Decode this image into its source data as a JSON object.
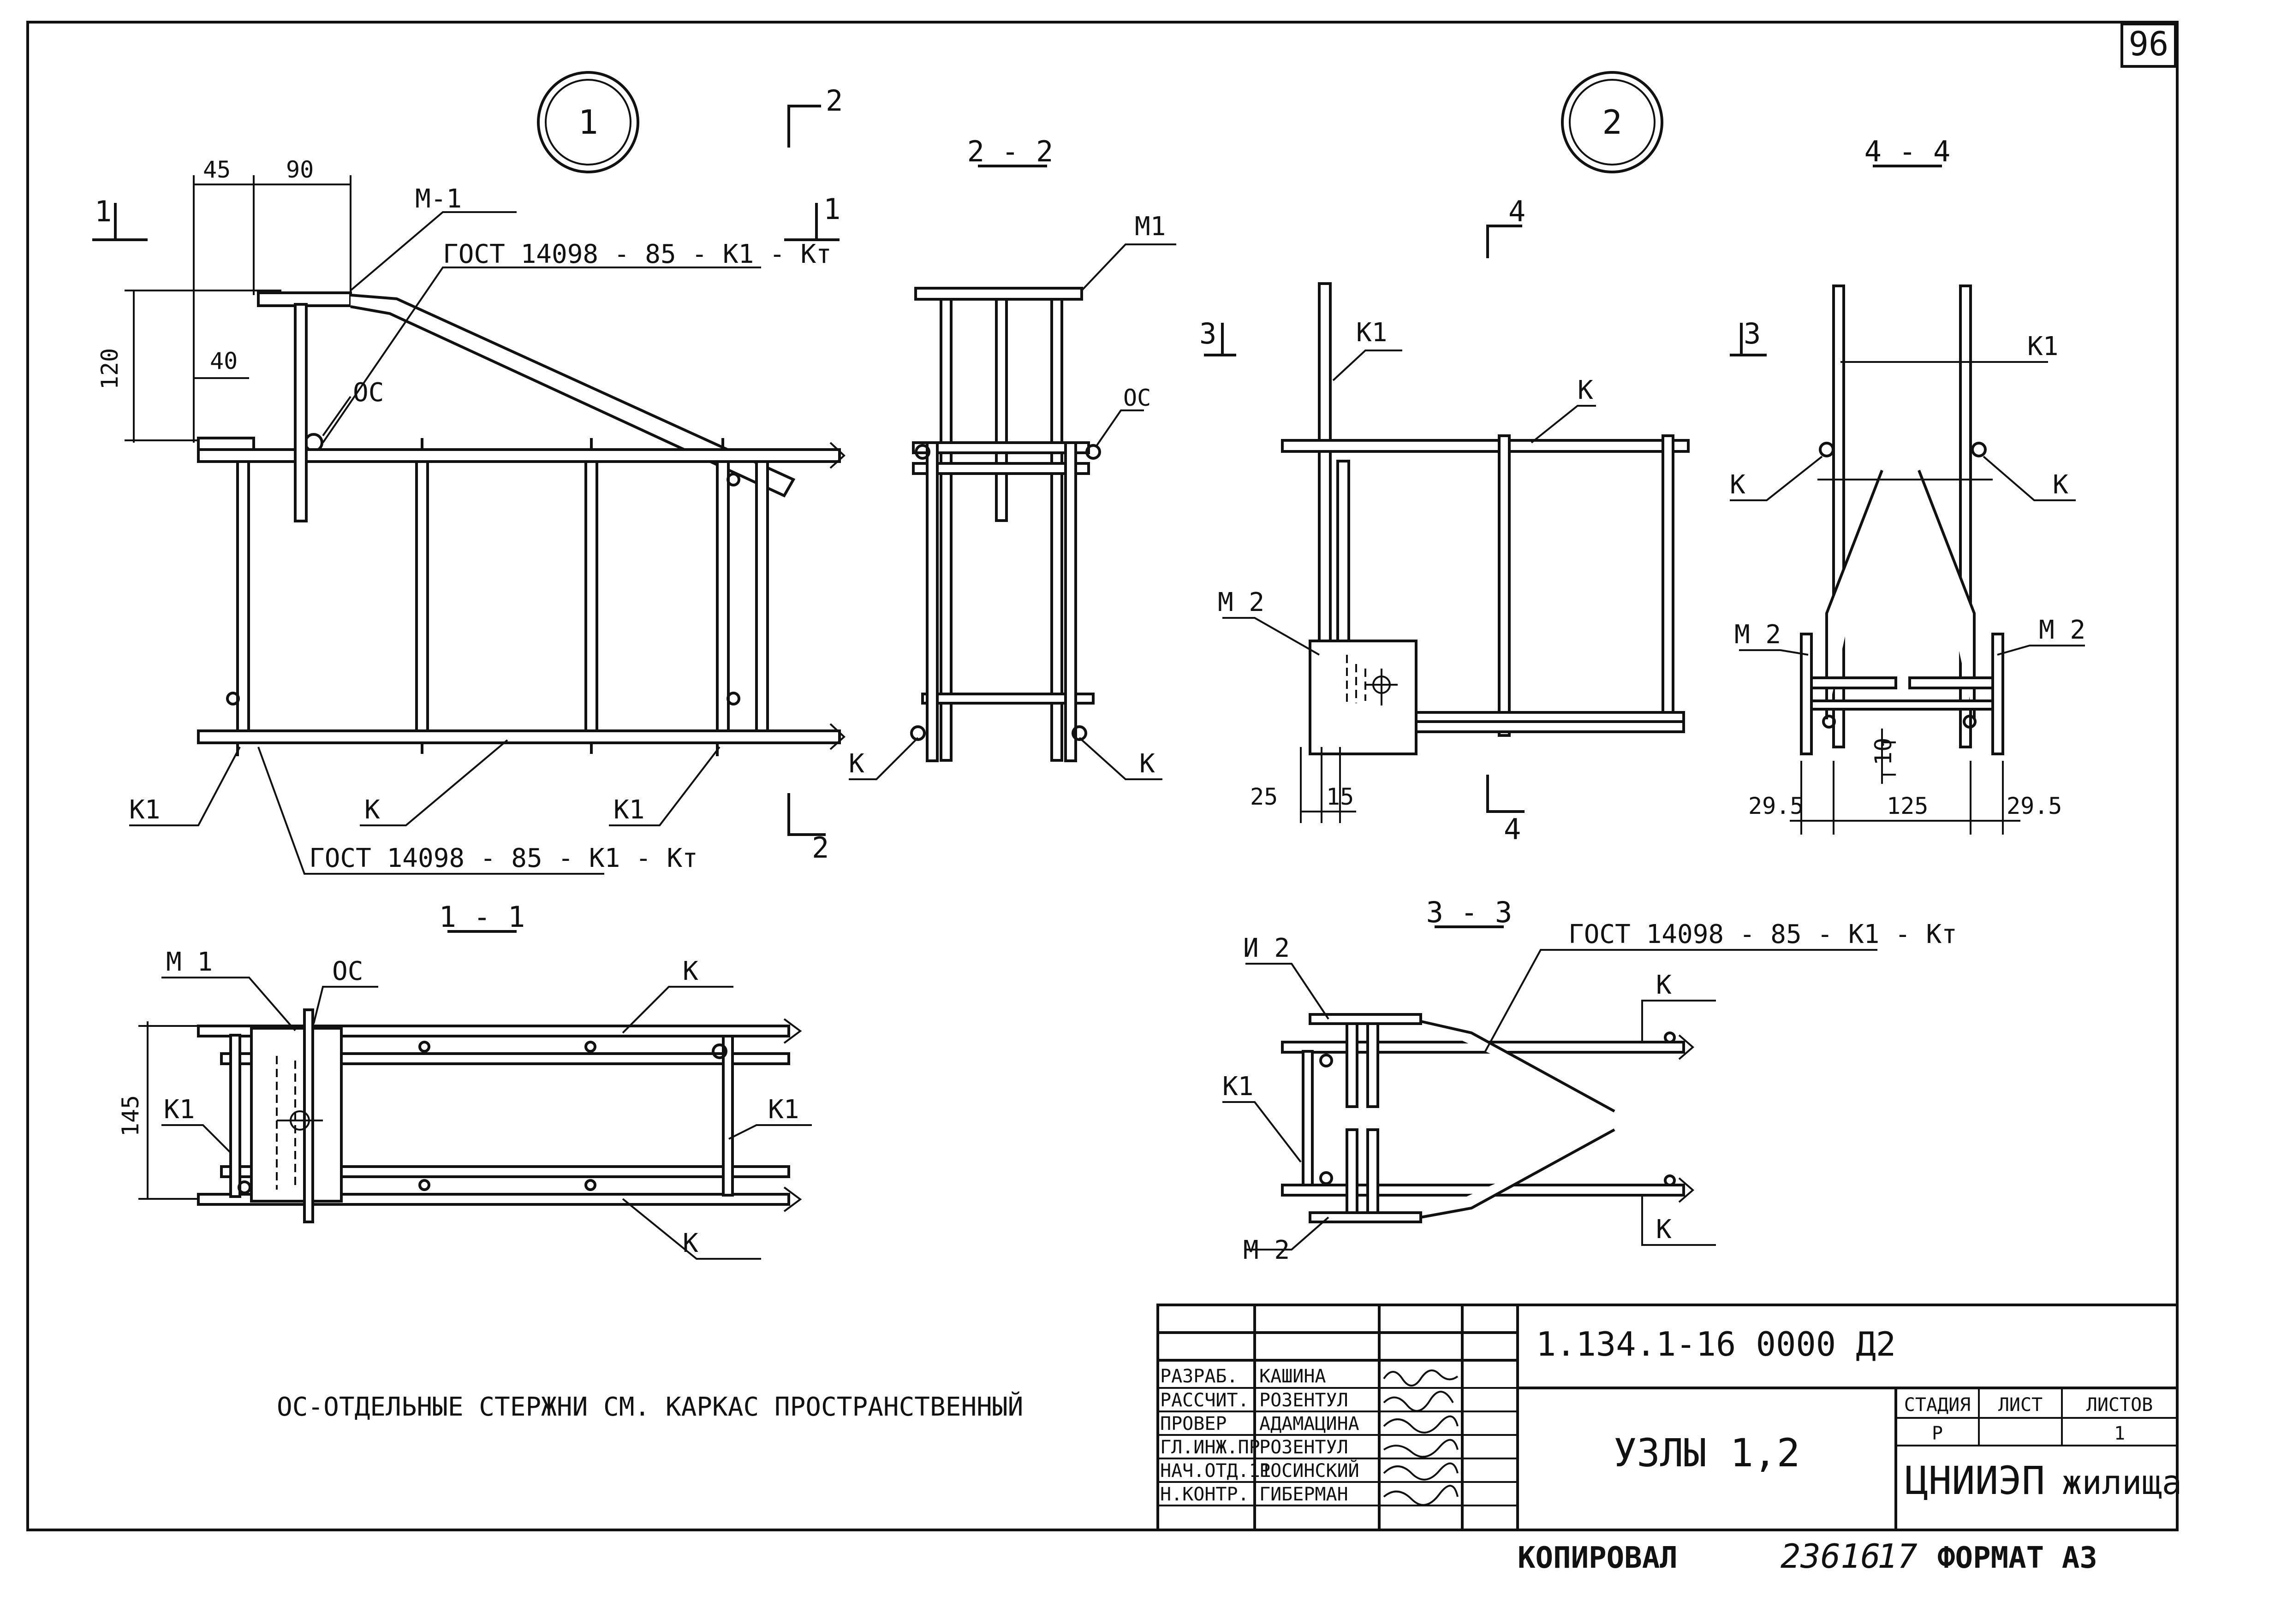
{
  "sheet": {
    "page_number": "96",
    "note": "ОС-ОТДЕЛЬНЫЕ СТЕРЖНИ СМ. КАРКАС ПРОСТРАНСТВЕННЫЙ"
  },
  "nodes": {
    "node1": "1",
    "node2": "2"
  },
  "sections": {
    "s22": "2 - 2",
    "s44": "4 - 4",
    "s11": "1 - 1",
    "s33": "3 - 3"
  },
  "markers": {
    "cut2": "2",
    "cut1": "1",
    "cut4": "4",
    "cut3": "3"
  },
  "labels": {
    "m1_dash": "М-1",
    "m1": "М1",
    "m1_space": "М 1",
    "m2": "М 2",
    "i2": "И 2",
    "k": "К",
    "k1": "К1",
    "os": "ОС",
    "gost": "ГОСТ 14098 - 85 - К1 - Кт"
  },
  "dims": {
    "d45": "45",
    "d90": "90",
    "d120": "120",
    "d40": "40",
    "d145": "145",
    "d25": "25",
    "d15": "15",
    "d29_5": "29.5",
    "d125": "125",
    "d10": "10"
  },
  "title_block": {
    "doc_code": "1.134.1-16 0000 Д2",
    "title": "УЗЛЫ 1,2",
    "stage_header": "СТАДИЯ",
    "sheet_header": "ЛИСТ",
    "sheets_header": "ЛИСТОВ",
    "stage": "Р",
    "sheets": "1",
    "org_main": "ЦНИИЭП",
    "org_sub": "жилища",
    "roles": [
      {
        "role": "РАЗРАБ.",
        "name": "КАШИНА"
      },
      {
        "role": "РАССЧИТ.",
        "name": "РОЗЕНТУЛ"
      },
      {
        "role": "ПРОВЕР",
        "name": "АДАМАЦИНА"
      },
      {
        "role": "ГЛ.ИНЖ.ПР",
        "name": "РОЗЕНТУЛ"
      },
      {
        "role": "НАЧ.ОТД.11",
        "name": "РОСИНСКИЙ"
      },
      {
        "role": "Н.КОНТР.",
        "name": "ГИБЕРМАН"
      }
    ]
  },
  "footer": {
    "copied": "КОПИРОВАЛ",
    "order": "23616",
    "num": "17",
    "format": "ФОРМАТ А3"
  }
}
